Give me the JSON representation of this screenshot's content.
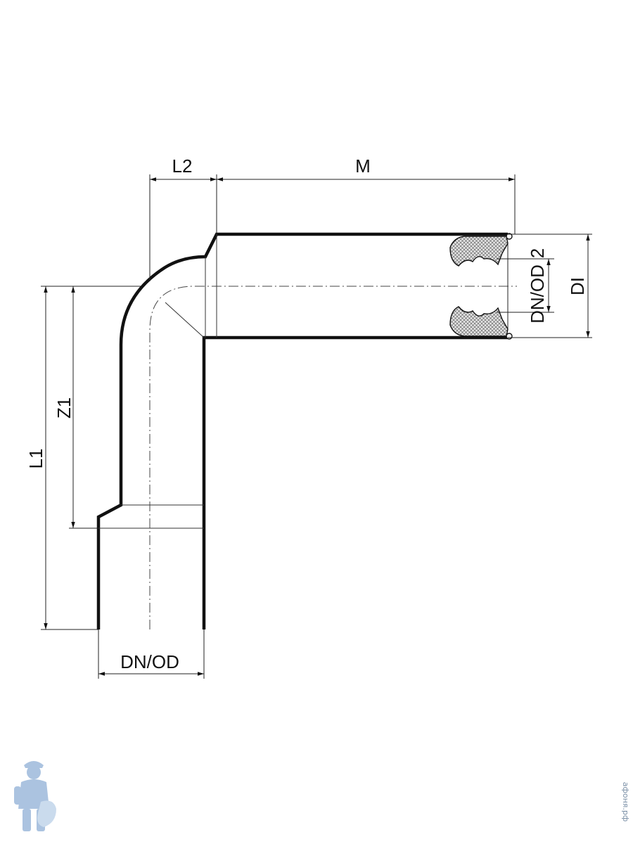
{
  "labels": {
    "l2": "L2",
    "m": "M",
    "z1": "Z1",
    "l1": "L1",
    "dn_od_bottom": "DN/OD",
    "dn_od_socket": "DN/OD",
    "two": "2",
    "di": "DI"
  },
  "watermark": {
    "site": "афоня.рф"
  },
  "colors": {
    "outline": "#111111",
    "seal_fill": "#e4e4e4",
    "mascot": "#8fb0d6"
  }
}
